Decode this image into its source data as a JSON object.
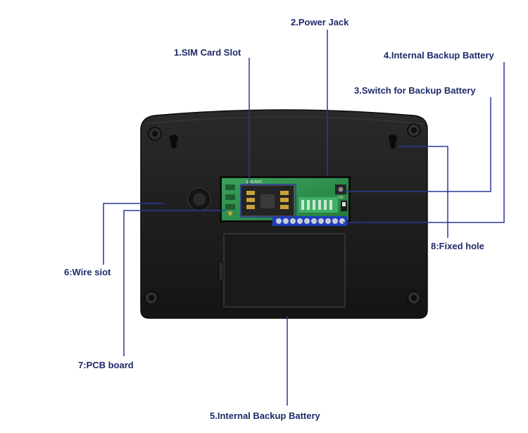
{
  "labels": {
    "sim_card_slot": "1.SIM Card Slot",
    "power_jack": "2.Power Jack",
    "switch_backup_battery": "3.Switch for Backup Battery",
    "internal_backup_battery_4": "4.Internal Backup Battery",
    "internal_backup_battery_5": "5.Internal Backup Battery",
    "wire_slot": "6:Wire siot",
    "pcb_board": "7:PCB board",
    "fixed_hole": "8:Fixed hole"
  },
  "pcb_text": {
    "sim_marking": "SIMCARD",
    "switch_marking": "ON"
  },
  "colors": {
    "leader_line": "#2b3a9a",
    "label_text": "#1f2a6b",
    "device_body": "#1b1b1b",
    "pcb_green": "#2f8f4a"
  }
}
